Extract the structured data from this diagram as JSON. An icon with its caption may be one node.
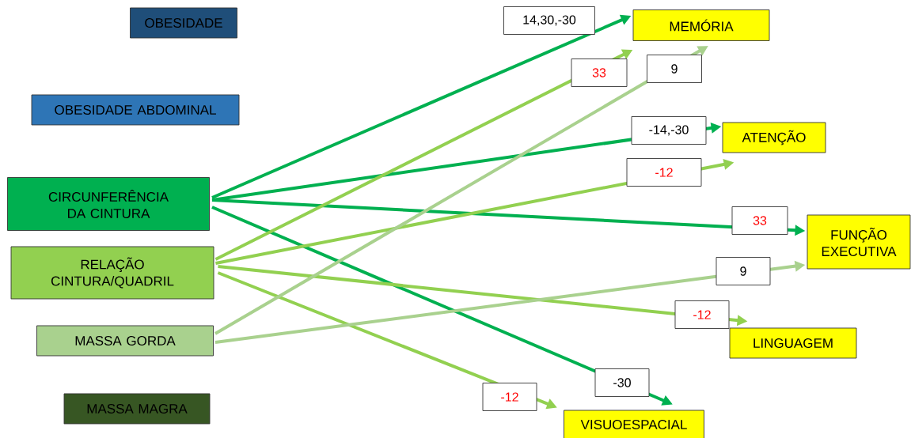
{
  "diagram": {
    "nodes": [
      {
        "text": [
          "OBESIDADE"
        ]
      },
      {
        "text": [
          "OBESIDADE ABDOMINAL"
        ]
      },
      {
        "text": [
          "CIRCUNFERÊNCIA DA CINTURA"
        ]
      },
      {
        "text": [
          "RELAÇÃO CINTURA/QUADRIL"
        ]
      },
      {
        "text": [
          "MASSA GORDA"
        ]
      },
      {
        "text": [
          "MASSA MAGRA"
        ]
      },
      {
        "text": [
          "MEMÓRIA"
        ]
      },
      {
        "text": [
          "ATENÇÃO"
        ]
      },
      {
        "text": [
          "FUNÇÃO EXECUTIVA"
        ]
      },
      {
        "text": [
          "LINGUAGEM"
        ]
      },
      {
        "text": [
          "VISUOESPACIAL"
        ]
      }
    ],
    "edges": [
      {
        "from": 2,
        "to": 6,
        "arrow": "to",
        "label": "14,30,-30",
        "color": "#00b050"
      },
      {
        "from": 2,
        "to": 7,
        "arrow": "to",
        "label": "-14,-30",
        "color": "#00b050"
      },
      {
        "from": 2,
        "to": 8,
        "arrow": "to",
        "label": "33",
        "color": "#00b050"
      },
      {
        "from": 2,
        "to": 10,
        "arrow": "to",
        "label": "-30",
        "color": "#00b050"
      },
      {
        "from": 3,
        "to": 6,
        "arrow": "to",
        "label": "33",
        "color": "#92d050"
      },
      {
        "from": 3,
        "to": 7,
        "arrow": "to",
        "label": "-12",
        "color": "#92d050"
      },
      {
        "from": 3,
        "to": 9,
        "arrow": "to",
        "label": "-12",
        "color": "#92d050"
      },
      {
        "from": 3,
        "to": 10,
        "arrow": "to",
        "label": "-12",
        "color": "#92d050"
      },
      {
        "from": 4,
        "to": 6,
        "arrow": "to",
        "label": "9",
        "color": "#a9d18e"
      },
      {
        "from": 4,
        "to": 8,
        "arrow": "to",
        "label": "9",
        "color": "#a9d18e"
      }
    ]
  }
}
